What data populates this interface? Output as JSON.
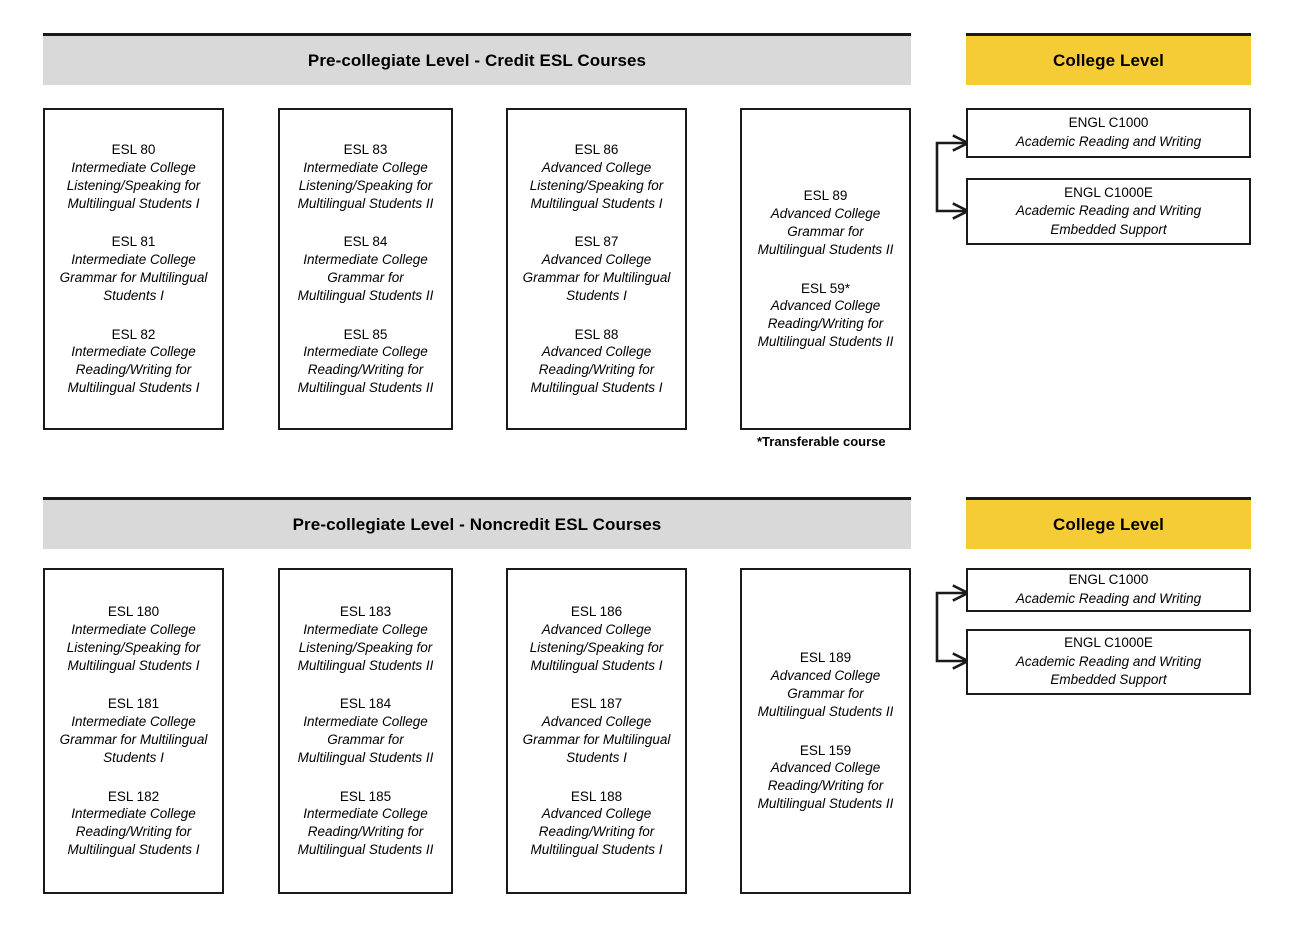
{
  "sections": [
    {
      "id": "credit",
      "precollegiate_header": "Pre-collegiate Level - Credit ESL Courses",
      "college_header": "College Level",
      "footnote": "*Transferable course",
      "columns": [
        {
          "id": "credit-col-1",
          "courses": [
            {
              "code": "ESL 80",
              "title": "Intermediate College\nListening/Speaking for\nMultilingual Students I"
            },
            {
              "code": "ESL 81",
              "title": "Intermediate College\nGrammar for Multilingual\nStudents I"
            },
            {
              "code": "ESL 82",
              "title": "Intermediate College\nReading/Writing for\nMultilingual Students I"
            }
          ]
        },
        {
          "id": "credit-col-2",
          "courses": [
            {
              "code": "ESL 83",
              "title": "Intermediate College\nListening/Speaking for\nMultilingual Students II"
            },
            {
              "code": "ESL 84",
              "title": "Intermediate College\nGrammar for\nMultilingual Students II"
            },
            {
              "code": "ESL 85",
              "title": "Intermediate College\nReading/Writing for\nMultilingual Students II"
            }
          ]
        },
        {
          "id": "credit-col-3",
          "courses": [
            {
              "code": "ESL 86",
              "title": "Advanced College\nListening/Speaking for\nMultilingual Students I"
            },
            {
              "code": "ESL 87",
              "title": "Advanced College\nGrammar for Multilingual\nStudents I"
            },
            {
              "code": "ESL 88",
              "title": "Advanced College\nReading/Writing for\nMultilingual Students I"
            }
          ]
        },
        {
          "id": "credit-col-4",
          "courses": [
            {
              "code": "ESL 89",
              "title": "Advanced College\nGrammar for\nMultilingual Students II"
            },
            {
              "code": "ESL 59*",
              "title": "Advanced College\nReading/Writing for\nMultilingual Students II"
            }
          ]
        }
      ],
      "college_courses": [
        {
          "code": "ENGL C1000",
          "title": "Academic Reading and Writing"
        },
        {
          "code": "ENGL C1000E",
          "title": "Academic Reading and Writing\nEmbedded Support"
        }
      ]
    },
    {
      "id": "noncredit",
      "precollegiate_header": "Pre-collegiate Level - Noncredit ESL Courses",
      "college_header": "College Level",
      "footnote": "",
      "columns": [
        {
          "id": "noncredit-col-1",
          "courses": [
            {
              "code": "ESL 180",
              "title": "Intermediate College\nListening/Speaking for\nMultilingual Students I"
            },
            {
              "code": "ESL 181",
              "title": "Intermediate College\nGrammar for Multilingual\nStudents I"
            },
            {
              "code": "ESL 182",
              "title": "Intermediate College\nReading/Writing for\nMultilingual Students I"
            }
          ]
        },
        {
          "id": "noncredit-col-2",
          "courses": [
            {
              "code": "ESL 183",
              "title": "Intermediate College\nListening/Speaking for\nMultilingual Students II"
            },
            {
              "code": "ESL 184",
              "title": "Intermediate College\nGrammar for\nMultilingual Students II"
            },
            {
              "code": "ESL 185",
              "title": "Intermediate College\nReading/Writing for\nMultilingual Students II"
            }
          ]
        },
        {
          "id": "noncredit-col-3",
          "courses": [
            {
              "code": "ESL 186",
              "title": "Advanced College\nListening/Speaking for\nMultilingual Students I"
            },
            {
              "code": "ESL 187",
              "title": "Advanced College\nGrammar for Multilingual\nStudents I"
            },
            {
              "code": "ESL 188",
              "title": "Advanced College\nReading/Writing for\nMultilingual Students I"
            }
          ]
        },
        {
          "id": "noncredit-col-4",
          "courses": [
            {
              "code": "ESL 189",
              "title": "Advanced College\nGrammar for\nMultilingual Students II"
            },
            {
              "code": "ESL 159",
              "title": "Advanced College\nReading/Writing for\nMultilingual Students II"
            }
          ]
        }
      ],
      "college_courses": [
        {
          "code": "ENGL C1000",
          "title": "Academic Reading and Writing"
        },
        {
          "code": "ENGL C1000E",
          "title": "Academic Reading and Writing\nEmbedded Support"
        }
      ]
    }
  ],
  "colors": {
    "precollegiate_band": "#d9d9d9",
    "college_band": "#f5cb36",
    "border": "#1a1a1a",
    "text": "#000000"
  }
}
